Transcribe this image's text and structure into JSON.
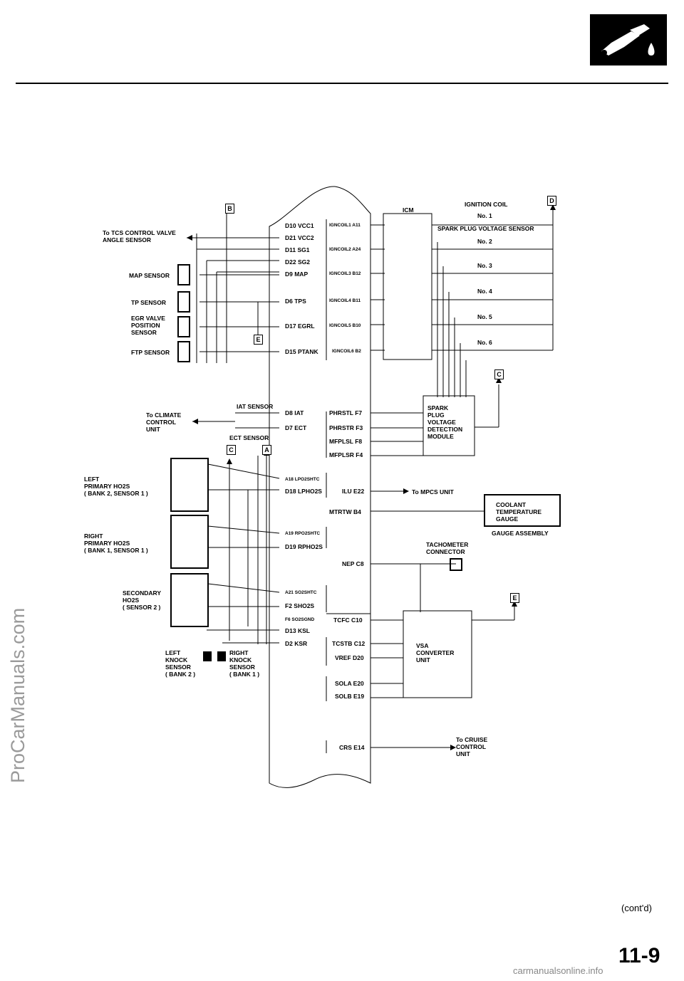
{
  "header": {
    "section_icon": "fuel-nozzle-icon"
  },
  "watermark": "ProCarManuals.com",
  "footer": {
    "site": "carmanualsonline.info",
    "contd": "(cont'd)",
    "page_number": "11-9"
  },
  "tags": {
    "B": "B",
    "D": "D",
    "E": "E",
    "C": "C",
    "A": "A"
  },
  "labels": {
    "tcs": "To TCS CONTROL VALVE\n   ANGLE SENSOR",
    "map": "MAP SENSOR",
    "tp": "TP SENSOR",
    "egr": "EGR VALVE\nPOSITION\nSENSOR",
    "ftp": "FTP SENSOR",
    "climate": "To CLIMATE\n    CONTROL\n    UNIT",
    "iat": "IAT SENSOR",
    "ect": "ECT SENSOR",
    "left_ho2s": "LEFT\nPRIMARY HO2S\n( BANK 2, SENSOR 1 )",
    "right_ho2s": "RIGHT\nPRIMARY HO2S\n( BANK 1, SENSOR 1 )",
    "secondary_ho2s": "SECONDARY\nHO2S\n( SENSOR 2 )",
    "left_knock": "LEFT\nKNOCK\nSENSOR\n( BANK 2 )",
    "right_knock": "RIGHT\nKNOCK\nSENSOR\n( BANK 1 )",
    "icm": "ICM",
    "ignition_coil": "IGNITION COIL",
    "spark_sensor": "SPARK PLUG VOLTAGE SENSOR",
    "coils": [
      "No. 1",
      "No. 2",
      "No. 3",
      "No. 4",
      "No. 5",
      "No. 6"
    ],
    "spark_module": "SPARK\nPLUG\nVOLTAGE\nDETECTION\nMODULE",
    "mpcs": "To MPCS UNIT",
    "coolant": "COOLANT\nTEMPERATURE\nGAUGE",
    "gauge_assembly": "GAUGE ASSEMBLY",
    "tach": "TACHOMETER\nCONNECTOR",
    "vsa": "VSA\nCONVERTER\nUNIT",
    "cruise": "To CRUISE\n    CONTROL\n    UNIT"
  },
  "pins_left": [
    "D10 VCC1",
    "D21 VCC2",
    "D11 SG1",
    "D22 SG2",
    "D9 MAP",
    "D6 TPS",
    "D17 EGRL",
    "D15 PTANK",
    "D8 IAT",
    "D7 ECT",
    "A18 LPO2SHTC",
    "D18 LPHO2S",
    "A19 RPO2SHTC",
    "D19 RPHO2S",
    "A21 SO2SHTC",
    "F2 SHO2S",
    "F6 SO2SGND",
    "D13 KSL",
    "D2 KSR"
  ],
  "pins_right": [
    "IGNCOIL1 A11",
    "IGNCOIL2 A24",
    "IGNCOIL3 B12",
    "IGNCOIL4 B11",
    "IGNCOIL5 B10",
    "IGNCOIL6 B2",
    "PHRSTL F7",
    "PHRSTR F3",
    "MFPLSL F8",
    "MFPLSR F4",
    "ILU E22",
    "MTRTW B4",
    "NEP C8",
    "TCFC C10",
    "TCSTB C12",
    "VREF D20",
    "SOLA E20",
    "SOLB E19",
    "CRS E14"
  ]
}
